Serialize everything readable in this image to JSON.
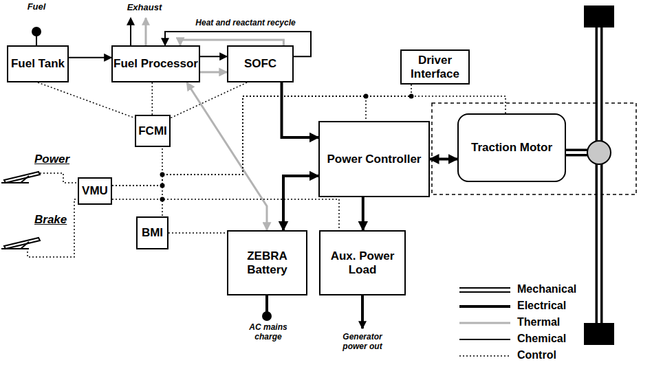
{
  "diagram": {
    "nodes": [
      {
        "text": [
          "Fuel Tank"
        ]
      },
      {
        "text": [
          "Fuel Processor"
        ]
      },
      {
        "text": [
          "SOFC"
        ]
      },
      {
        "text": [
          "Driver Interface"
        ]
      },
      {
        "text": [
          "FCMI"
        ]
      },
      {
        "text": [
          "Power Controller"
        ]
      },
      {
        "text": [
          "Traction Motor"
        ]
      },
      {
        "text": [
          "VMU"
        ]
      },
      {
        "text": [
          "BMI"
        ]
      },
      {
        "text": [
          "ZEBRA Battery"
        ]
      },
      {
        "text": [
          "Aux. Power Load"
        ]
      }
    ],
    "edges": [
      {
        "from": 0,
        "to": 1,
        "arrow": "to"
      },
      {
        "from": 1,
        "to": 2,
        "arrow": "to"
      },
      {
        "from": 1,
        "to": 2,
        "arrow": "to"
      },
      {
        "from": 2,
        "to": 1,
        "arrow": "to",
        "label": "Heat and reactant recycle"
      },
      {
        "from": 2,
        "to": 1,
        "arrow": "to"
      },
      {
        "from": 1,
        "to": 4,
        "arrow": "none"
      },
      {
        "from": 0,
        "to": 4,
        "arrow": "none"
      },
      {
        "from": 2,
        "to": 4,
        "arrow": "none"
      },
      {
        "from": 2,
        "to": 5,
        "arrow": "to"
      },
      {
        "from": 1,
        "to": 9,
        "arrow": "both"
      },
      {
        "from": 5,
        "to": 6,
        "arrow": "both"
      },
      {
        "from": 5,
        "to": 9,
        "arrow": "both"
      },
      {
        "from": 5,
        "to": 10,
        "arrow": "to"
      },
      {
        "from": 7,
        "to": 4,
        "arrow": "none"
      },
      {
        "from": 7,
        "to": 8,
        "arrow": "none"
      },
      {
        "from": 7,
        "to": 3,
        "arrow": "none"
      },
      {
        "from": 7,
        "to": 6,
        "arrow": "none"
      },
      {
        "from": 7,
        "to": 5,
        "arrow": "none"
      },
      {
        "from": 7,
        "to": 10,
        "arrow": "none"
      },
      {
        "from": 8,
        "to": 9,
        "arrow": "none"
      }
    ],
    "labels": [
      "Fuel",
      "Exhaust",
      "Power",
      "Brake",
      "AC mains charge",
      "Generator power out"
    ],
    "legend": [
      {
        "text": "Mechanical"
      },
      {
        "text": "Electrical"
      },
      {
        "text": "Thermal"
      },
      {
        "text": "Chemical"
      },
      {
        "text": "Control"
      }
    ]
  }
}
